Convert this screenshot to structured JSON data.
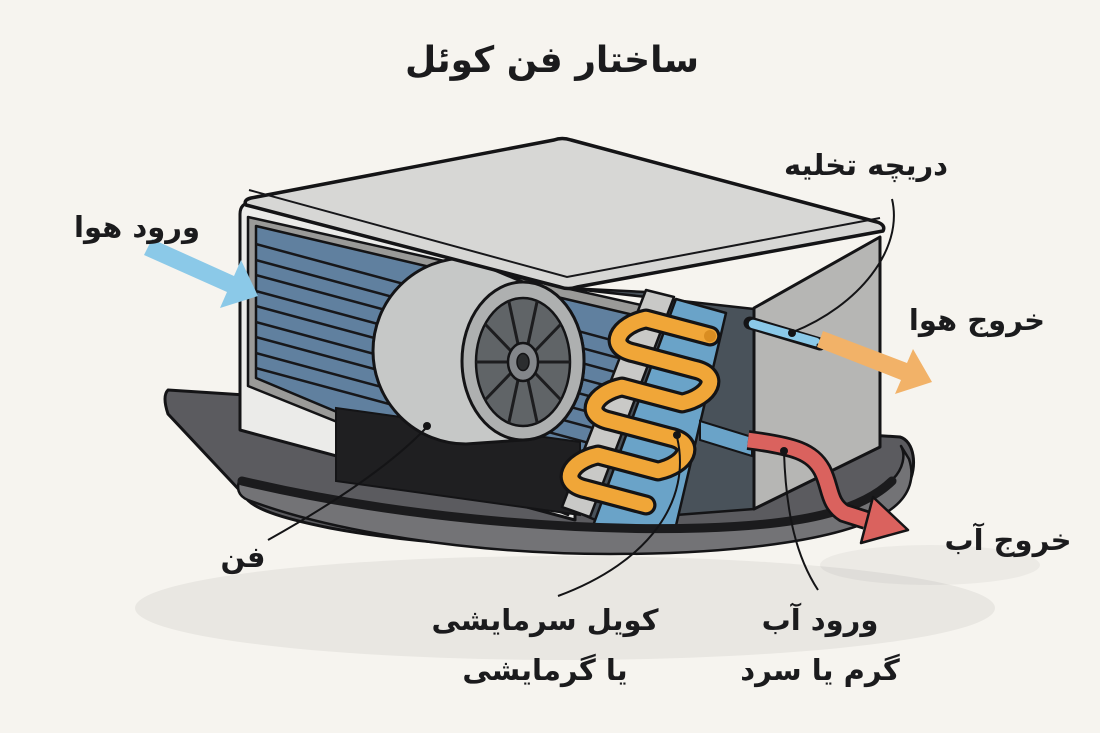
{
  "title": "ساختار فن کوئل",
  "labels": {
    "air_in": "ورود هوا",
    "drain_vent": "دریچه تخلیه",
    "air_out": "خروج هوا",
    "water_out": "خروج آب",
    "fan": "فن",
    "coil_line1": "کویل سرمایشی",
    "coil_line2": "یا گرمایشی",
    "water_in_line1": "ورود آب",
    "water_in_line2": "گرم یا سرد"
  },
  "colors": {
    "background": "#f6f4ef",
    "outline": "#141416",
    "casing_face": "#ebebe9",
    "casing_lid": "#d7d7d5",
    "casing_panel": "#b6b6b4",
    "interior_dark": "#49525a",
    "louver_blue": "#60809f",
    "bevel_grey": "#9a9a98",
    "coil_orange": "#f0a638",
    "coil_panel_blue": "#6aa3c8",
    "air_in_arrow": "#8bc9e8",
    "air_out_arrow": "#f2b268",
    "water_arrow": "#da625e",
    "pan_floor": "#5b5b5f",
    "pan_wall": "#737376",
    "pan_rim": "#1b1b1d",
    "fan_drum": "#c6c8c7",
    "fan_ring": "#aeb0b0",
    "fan_opening": "#606467"
  }
}
